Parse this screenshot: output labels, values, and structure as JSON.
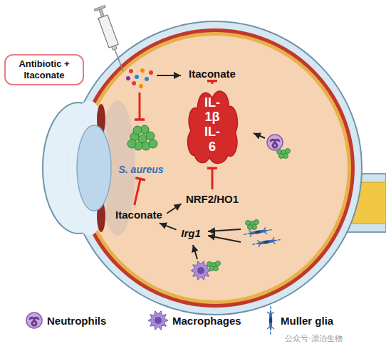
{
  "diagram": {
    "nodes": [
      {
        "text": [
          "Antibiotic + Itaconate"
        ]
      },
      {
        "text": [
          "Itaconate"
        ]
      },
      {
        "text": [
          "IL-1β IL-6"
        ]
      },
      {
        "text": [
          "S. aureus"
        ]
      },
      {
        "text": [
          "NRF2/HO1"
        ]
      },
      {
        "text": [
          "Itaconate"
        ]
      },
      {
        "text": [
          "Irg1"
        ]
      }
    ],
    "edges": [
      {
        "from": 1,
        "to": 2,
        "arrow": "to"
      },
      {
        "from": 4,
        "to": 2,
        "arrow": "to"
      },
      {
        "from": 5,
        "to": 3,
        "arrow": "to"
      },
      {
        "from": 5,
        "to": 4,
        "arrow": "to"
      },
      {
        "from": 6,
        "to": 5,
        "arrow": "to"
      }
    ],
    "labels": [
      "公众号·漂泊生物"
    ],
    "legend": [
      {
        "text": "Neutrophils"
      },
      {
        "text": "Macrophages"
      },
      {
        "text": "Muller glia"
      }
    ]
  }
}
